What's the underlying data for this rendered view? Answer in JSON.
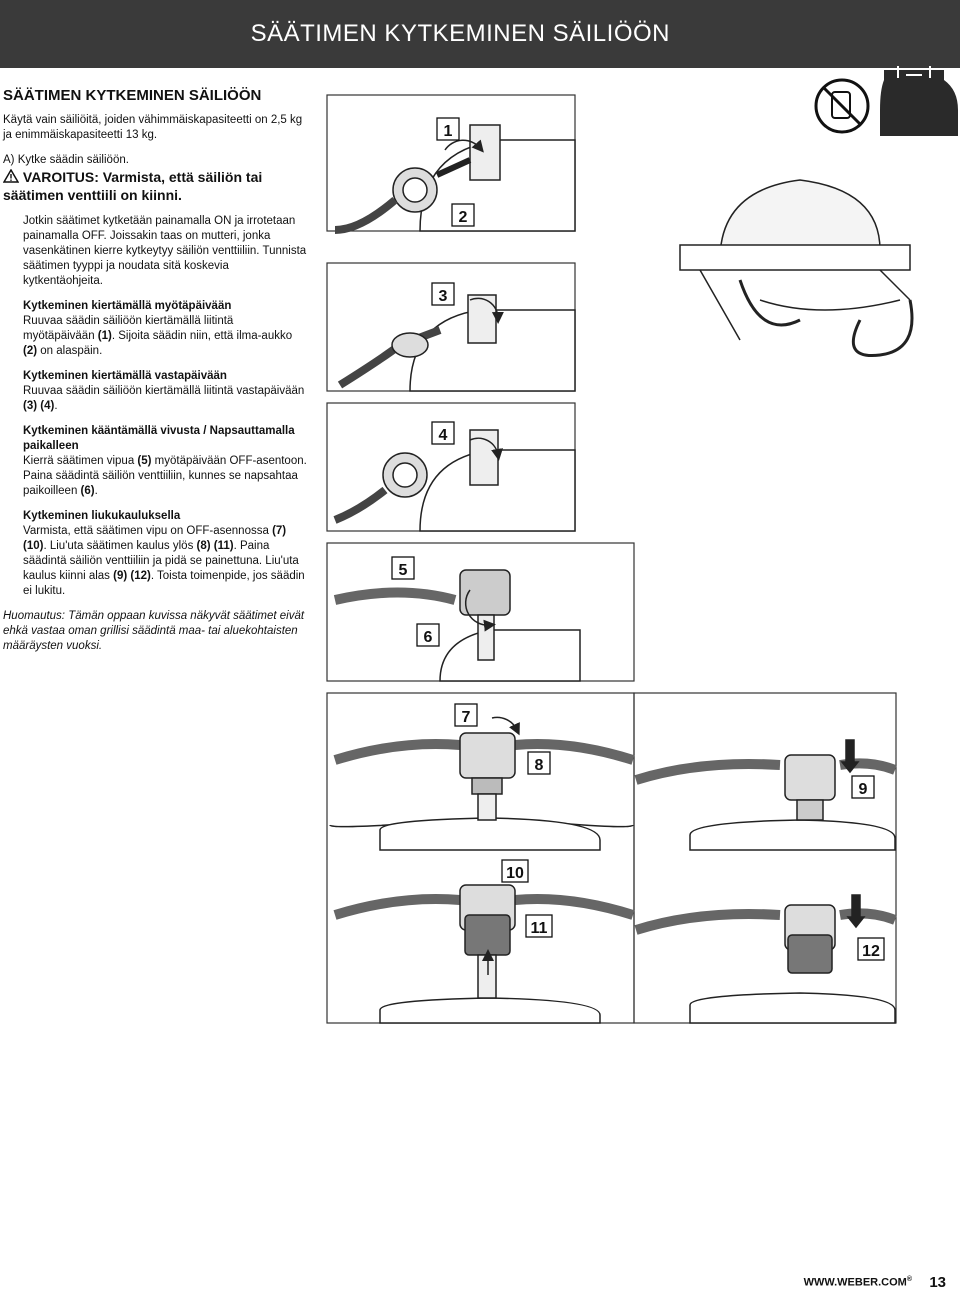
{
  "header": {
    "title": "SÄÄTIMEN KYTKEMINEN SÄILIÖÖN"
  },
  "section": {
    "title": "SÄÄTIMEN KYTKEMINEN SÄILIÖÖN",
    "intro": "Käytä vain säiliöitä, joiden vähimmäiskapasiteetti on 2,5 kg ja enimmäiskapasiteetti 13 kg.",
    "step_a": "A)  Kytke säädin säiliöön.",
    "warning": "VAROITUS: Varmista, että säiliön tai säätimen venttiili on kiinni.",
    "para1": "Jotkin säätimet kytketään painamalla ON ja irrotetaan painamalla OFF. Joissakin taas on mutteri, jonka vasenkätinen kierre kytkeytyy säiliön venttiiliin. Tunnista säätimen tyyppi ja noudata sitä koskevia kytkentäohjeita.",
    "cw_title": "Kytkeminen kiertämällä myötäpäivään",
    "cw_text_a": "Ruuvaa säädin säiliöön kiertämällä liitintä myötäpäivään ",
    "cw_ref1": "(1)",
    "cw_text_b": ". Sijoita säädin niin, että ilma-aukko ",
    "cw_ref2": "(2)",
    "cw_text_c": " on alaspäin.",
    "ccw_title": "Kytkeminen kiertämällä vastapäivään",
    "ccw_text_a": "Ruuvaa säädin säiliöön kiertämällä liitintä vastapäivään ",
    "ccw_ref": "(3) (4)",
    "ccw_text_b": ".",
    "lever_title": "Kytkeminen kääntämällä vivusta / Napsauttamalla paikalleen",
    "lever_text_a": "Kierrä säätimen vipua ",
    "lever_ref1": "(5)",
    "lever_text_b": " myötäpäivään OFF-asentoon. Paina säädintä säiliön venttiiliin, kunnes se napsahtaa paikoilleen ",
    "lever_ref2": "(6)",
    "lever_text_c": ".",
    "slide_title": "Kytkeminen liukukauluksella",
    "slide_text_a": "Varmista, että säätimen vipu on OFF-asennossa ",
    "slide_ref1": "(7) (10)",
    "slide_text_b": ". Liu'uta säätimen kaulus ylös ",
    "slide_ref2": "(8) (11)",
    "slide_text_c": ". Paina säädintä säiliön venttiiliin ja pidä se painettuna. Liu'uta kaulus kiinni alas ",
    "slide_ref3": "(9) (12)",
    "slide_text_d": ". Toista toimenpide, jos säädin ei lukitu.",
    "note": "Huomautus: Tämän oppaan kuvissa näkyvät säätimet eivät ehkä vastaa oman grillisi säädintä maa- tai aluekohtaisten määräysten vuoksi."
  },
  "callouts": [
    "1",
    "2",
    "3",
    "4",
    "5",
    "6",
    "7",
    "8",
    "9",
    "10",
    "11",
    "12"
  ],
  "icons": [
    "no-bottle-icon",
    "gas-cylinder-icon",
    "warning-triangle-icon"
  ],
  "footer": {
    "url": "WWW.WEBER.COM",
    "reg": "®",
    "page": "13"
  }
}
